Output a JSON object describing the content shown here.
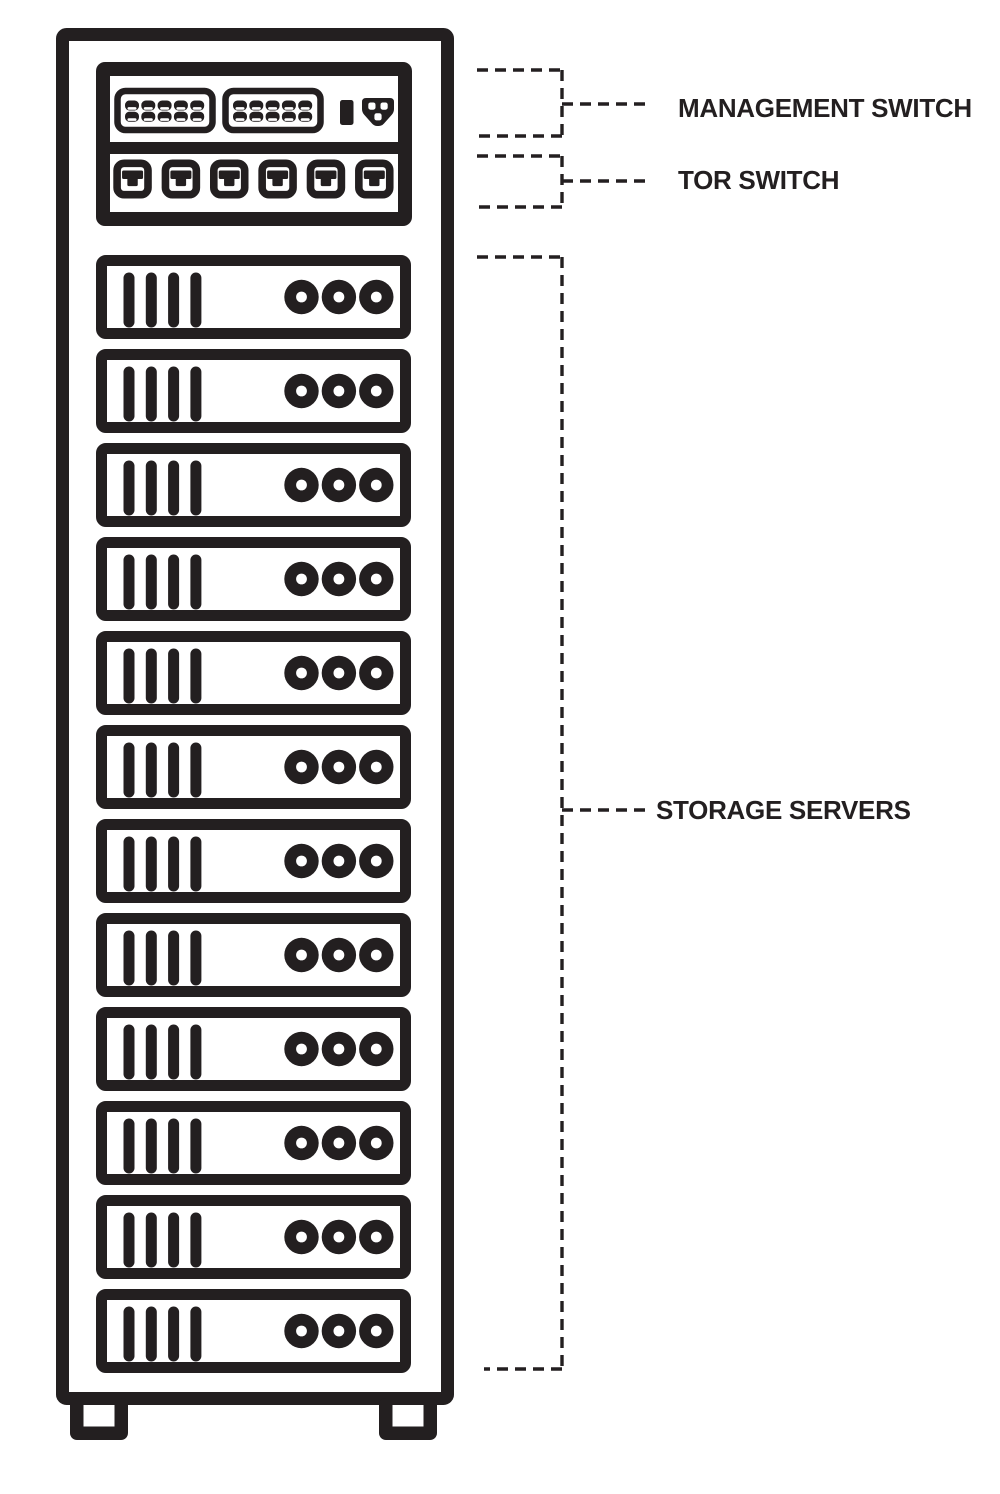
{
  "labels": {
    "management_switch": "MANAGEMENT SWITCH",
    "tor_switch": "TOR SWITCH",
    "storage_servers": "STORAGE SERVERS"
  },
  "rack": {
    "storage_server_count": 12,
    "management_port_groups": 2,
    "management_ports_per_group": 10,
    "tor_port_count": 6,
    "vents_per_server": 4,
    "drive_indicators_per_server": 3,
    "feet_count": 2
  },
  "colors": {
    "ink": "#231f20",
    "background": "#ffffff"
  }
}
